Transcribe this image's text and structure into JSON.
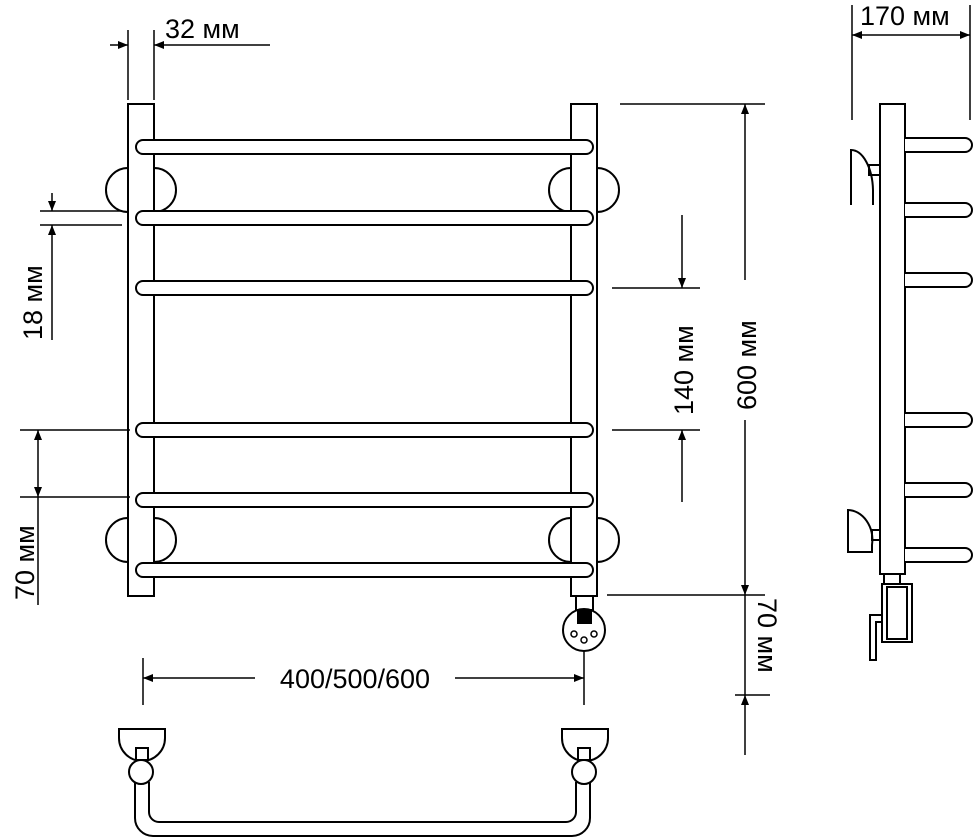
{
  "title": "Towel rail dimension drawing",
  "dimensions": {
    "post_width": "32 мм",
    "wall_offset": "170 мм",
    "rail_gap": "18 мм",
    "rail_spacing": "140 мм",
    "height": "600 мм",
    "bottom_spacing": "70 мм",
    "heater_height": "70 мм",
    "width_options": "400/500/600"
  },
  "colors": {
    "line": "#000000",
    "background": "#ffffff"
  }
}
